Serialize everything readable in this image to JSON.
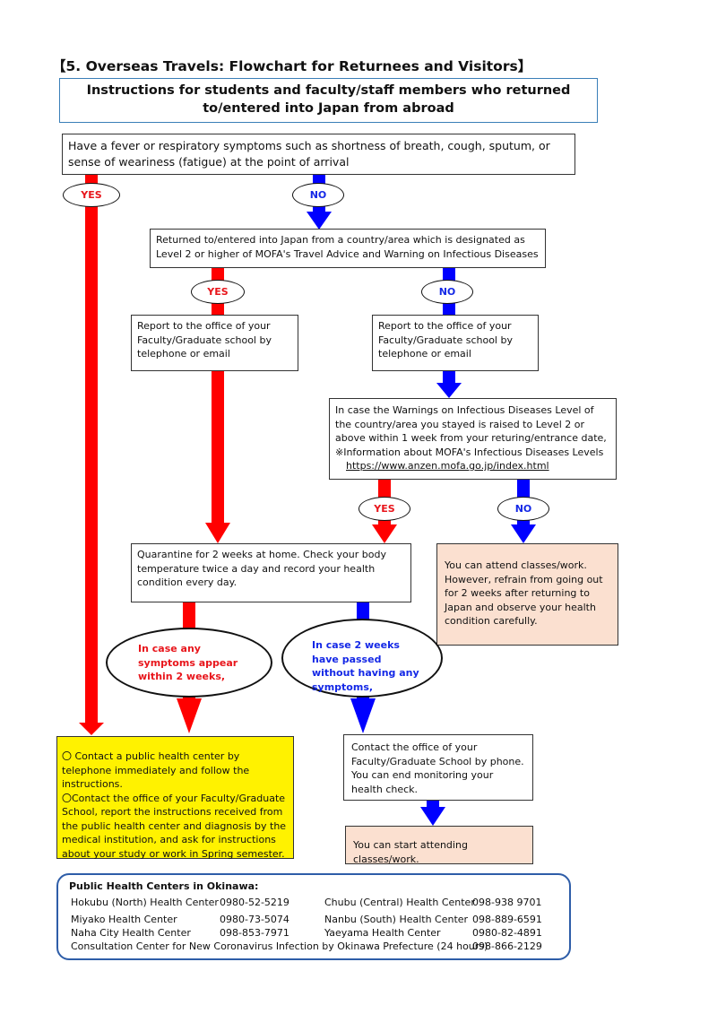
{
  "doc": {
    "title": "【5. Overseas Travels: Flowchart for Returnees and Visitors】",
    "header": "Instructions for students and faculty/staff members who returned to/entered into Japan from abroad"
  },
  "flow": {
    "q1": "Have a fever or respiratory symptoms such as shortness of breath, cough, sputum, or sense of weariness (fatigue) at the point of arrival",
    "yes": "YES",
    "no": "NO",
    "q2": "Returned to/entered into Japan from a country/area which is designated as Level 2 or higher of MOFA's Travel Advice and Warning on Infectious Diseases",
    "report_left": "Report to the office of your Faculty/Graduate school by telephone or email",
    "report_right": "Report to the office of your Faculty/Graduate school by telephone or email",
    "q3_lines": [
      "In case the Warnings on Infectious Diseases Level of the country/area you stayed is raised to Level 2 or above within 1 week  from your returing/entrance date,",
      "※Information about MOFA's Infectious Diseases Levels"
    ],
    "q3_link": "https://www.anzen.mofa.go.jp/index.html",
    "quarantine": "Quarantine for 2 weeks at home. Check your body temperature twice a day and record your health condition every day.",
    "attend_limited": "You can attend classes/work. However, refrain from going out for 2 weeks after returning to Japan and observe your health condition carefully.",
    "symptoms_appear": "In case any symptoms appear within 2 weeks,",
    "weeks_passed": "In case 2 weeks have passed without having any symptoms,",
    "contact_health_1": "〇 Contact a public health center by telephone immediately and follow the instructions.",
    "contact_health_2": "〇Contact the office of your Faculty/Graduate School, report the instructions received from the public health center and diagnosis by the medical institution, and ask for instructions about your study or work in Spring semester.",
    "contact_office": "Contact the office of your Faculty/Graduate School by phone. You can end monitoring your health check.",
    "start_attending": "You can start attending classes/work."
  },
  "contacts": {
    "heading": "Public Health Centers in Okinawa:",
    "rows": [
      {
        "name": "Hokubu (North) Health Center",
        "phone": "0980-52-5219"
      },
      {
        "name": "Chubu (Central) Health Center",
        "phone": "098-938 9701"
      },
      {
        "name": "Miyako Health Center",
        "phone": "0980-73-5074"
      },
      {
        "name": "Nanbu (South) Health Center",
        "phone": "098-889-6591"
      },
      {
        "name": "Naha City Health Center",
        "phone": "098-853-7971"
      },
      {
        "name": "Yaeyama Health Center",
        "phone": "0980-82-4891"
      },
      {
        "name": "Consultation Center for New Coronavirus Infection by Okinawa Prefecture (24 hours)",
        "phone": "098-866-2129"
      }
    ]
  },
  "colors": {
    "yes_arrow": "#ff0000",
    "no_arrow": "#0000ff",
    "header_border": "#3a7fb8",
    "yellow_box": "#fff200",
    "peach_box": "#fbe0d0",
    "contacts_border": "#2e5da8"
  }
}
